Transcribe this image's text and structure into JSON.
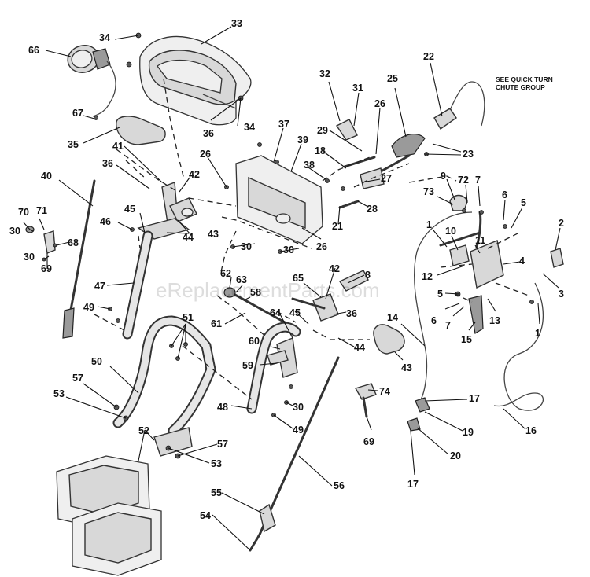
{
  "watermark": "eReplacementParts.com",
  "note": {
    "line1": "SEE QUICK TURN",
    "line2": "CHUTE GROUP"
  },
  "callouts": [
    {
      "id": "c33a",
      "label": "33"
    },
    {
      "id": "c34a",
      "label": "34"
    },
    {
      "id": "c66",
      "label": "66"
    },
    {
      "id": "c67",
      "label": "67"
    },
    {
      "id": "c35",
      "label": "35"
    },
    {
      "id": "c36a",
      "label": "36"
    },
    {
      "id": "c34b",
      "label": "34"
    },
    {
      "id": "c41",
      "label": "41"
    },
    {
      "id": "c40",
      "label": "40"
    },
    {
      "id": "c36b",
      "label": "36"
    },
    {
      "id": "c42a",
      "label": "42"
    },
    {
      "id": "c26a",
      "label": "26"
    },
    {
      "id": "c37",
      "label": "37"
    },
    {
      "id": "c39",
      "label": "39"
    },
    {
      "id": "c38",
      "label": "38"
    },
    {
      "id": "c32",
      "label": "32"
    },
    {
      "id": "c31",
      "label": "31"
    },
    {
      "id": "c25",
      "label": "25"
    },
    {
      "id": "c26b",
      "label": "26"
    },
    {
      "id": "c29",
      "label": "29"
    },
    {
      "id": "c18",
      "label": "18"
    },
    {
      "id": "c22",
      "label": "22"
    },
    {
      "id": "c23",
      "label": "23"
    },
    {
      "id": "c27",
      "label": "27"
    },
    {
      "id": "c28",
      "label": "28"
    },
    {
      "id": "c21",
      "label": "21"
    },
    {
      "id": "c45a",
      "label": "45"
    },
    {
      "id": "c46",
      "label": "46"
    },
    {
      "id": "c43a",
      "label": "43"
    },
    {
      "id": "c44a",
      "label": "44"
    },
    {
      "id": "c70",
      "label": "70"
    },
    {
      "id": "c71",
      "label": "71"
    },
    {
      "id": "c30a",
      "label": "30"
    },
    {
      "id": "c68",
      "label": "68"
    },
    {
      "id": "c30b",
      "label": "30"
    },
    {
      "id": "c69a",
      "label": "69"
    },
    {
      "id": "c30c",
      "label": "30"
    },
    {
      "id": "c30d",
      "label": "30"
    },
    {
      "id": "c26c",
      "label": "26"
    },
    {
      "id": "c9",
      "label": "9"
    },
    {
      "id": "c72",
      "label": "72"
    },
    {
      "id": "c7a",
      "label": "7"
    },
    {
      "id": "c73",
      "label": "73"
    },
    {
      "id": "c6a",
      "label": "6"
    },
    {
      "id": "c5a",
      "label": "5"
    },
    {
      "id": "c2",
      "label": "2"
    },
    {
      "id": "c1a",
      "label": "1"
    },
    {
      "id": "c10",
      "label": "10"
    },
    {
      "id": "c11",
      "label": "11"
    },
    {
      "id": "c4",
      "label": "4"
    },
    {
      "id": "c12",
      "label": "12"
    },
    {
      "id": "c3",
      "label": "3"
    },
    {
      "id": "c47",
      "label": "47"
    },
    {
      "id": "c62",
      "label": "62"
    },
    {
      "id": "c63",
      "label": "63"
    },
    {
      "id": "c58",
      "label": "58"
    },
    {
      "id": "c65",
      "label": "65"
    },
    {
      "id": "c42b",
      "label": "42"
    },
    {
      "id": "c8",
      "label": "8"
    },
    {
      "id": "c49a",
      "label": "49"
    },
    {
      "id": "c61",
      "label": "61"
    },
    {
      "id": "c64",
      "label": "64"
    },
    {
      "id": "c45b",
      "label": "45"
    },
    {
      "id": "c36c",
      "label": "36"
    },
    {
      "id": "c5b",
      "label": "5"
    },
    {
      "id": "c6b",
      "label": "6"
    },
    {
      "id": "c7b",
      "label": "7"
    },
    {
      "id": "c13",
      "label": "13"
    },
    {
      "id": "c1b",
      "label": "1"
    },
    {
      "id": "c15",
      "label": "15"
    },
    {
      "id": "c14",
      "label": "14"
    },
    {
      "id": "c51",
      "label": "51"
    },
    {
      "id": "c60",
      "label": "60"
    },
    {
      "id": "c44b",
      "label": "44"
    },
    {
      "id": "c43b",
      "label": "43"
    },
    {
      "id": "c59",
      "label": "59"
    },
    {
      "id": "c50",
      "label": "50"
    },
    {
      "id": "c57a",
      "label": "57"
    },
    {
      "id": "c53a",
      "label": "53"
    },
    {
      "id": "c74",
      "label": "74"
    },
    {
      "id": "c17a",
      "label": "17"
    },
    {
      "id": "c30e",
      "label": "30"
    },
    {
      "id": "c48",
      "label": "48"
    },
    {
      "id": "c49b",
      "label": "49"
    },
    {
      "id": "c69b",
      "label": "69"
    },
    {
      "id": "c19",
      "label": "19"
    },
    {
      "id": "c16",
      "label": "16"
    },
    {
      "id": "c52",
      "label": "52"
    },
    {
      "id": "c57b",
      "label": "57"
    },
    {
      "id": "c53b",
      "label": "53"
    },
    {
      "id": "c20",
      "label": "20"
    },
    {
      "id": "c56",
      "label": "56"
    },
    {
      "id": "c17b",
      "label": "17"
    },
    {
      "id": "c55",
      "label": "55"
    },
    {
      "id": "c54",
      "label": "54"
    }
  ]
}
